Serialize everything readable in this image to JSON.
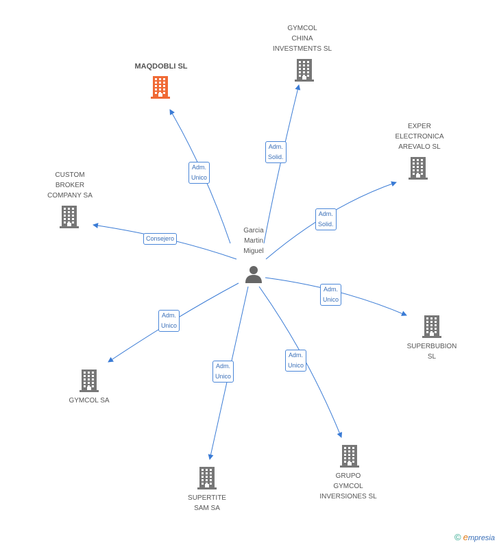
{
  "center": {
    "name": "Garcia\nMartin\nMiguel"
  },
  "nodes": [
    {
      "id": "maqdobli",
      "label": "MAQDOBLI SL",
      "color": "#f06a35",
      "focus": true
    },
    {
      "id": "gymcol_china",
      "label": "GYMCOL\nCHINA\nINVESTMENTS SL",
      "color": "#777777"
    },
    {
      "id": "exper",
      "label": "EXPER\nELECTRONICA\nAREVALO SL",
      "color": "#777777"
    },
    {
      "id": "custom",
      "label": "CUSTOM\nBROKER\nCOMPANY SA",
      "color": "#777777"
    },
    {
      "id": "superbubion",
      "label": "SUPERBUBION\nSL",
      "color": "#777777"
    },
    {
      "id": "gymcol_sa",
      "label": "GYMCOL SA",
      "color": "#777777"
    },
    {
      "id": "supertite",
      "label": "SUPERTITE\nSAM SA",
      "color": "#777777"
    },
    {
      "id": "grupo",
      "label": "GRUPO\nGYMCOL\nINVERSIONES SL",
      "color": "#777777"
    }
  ],
  "edges": [
    {
      "to": "maqdobli",
      "role": "Adm.\nUnico"
    },
    {
      "to": "gymcol_china",
      "role": "Adm.\nSolid."
    },
    {
      "to": "exper",
      "role": "Adm.\nSolid."
    },
    {
      "to": "custom",
      "role": "Consejero"
    },
    {
      "to": "superbubion",
      "role": "Adm.\nUnico"
    },
    {
      "to": "gymcol_sa",
      "role": "Adm.\nUnico"
    },
    {
      "to": "supertite",
      "role": "Adm.\nUnico"
    },
    {
      "to": "grupo",
      "role": "Adm.\nUnico"
    }
  ],
  "footer": {
    "copyright": "©",
    "brand_initial": "e",
    "brand_rest": "mpresia"
  },
  "colors": {
    "edge": "#3a7bd5",
    "person": "#666666"
  }
}
